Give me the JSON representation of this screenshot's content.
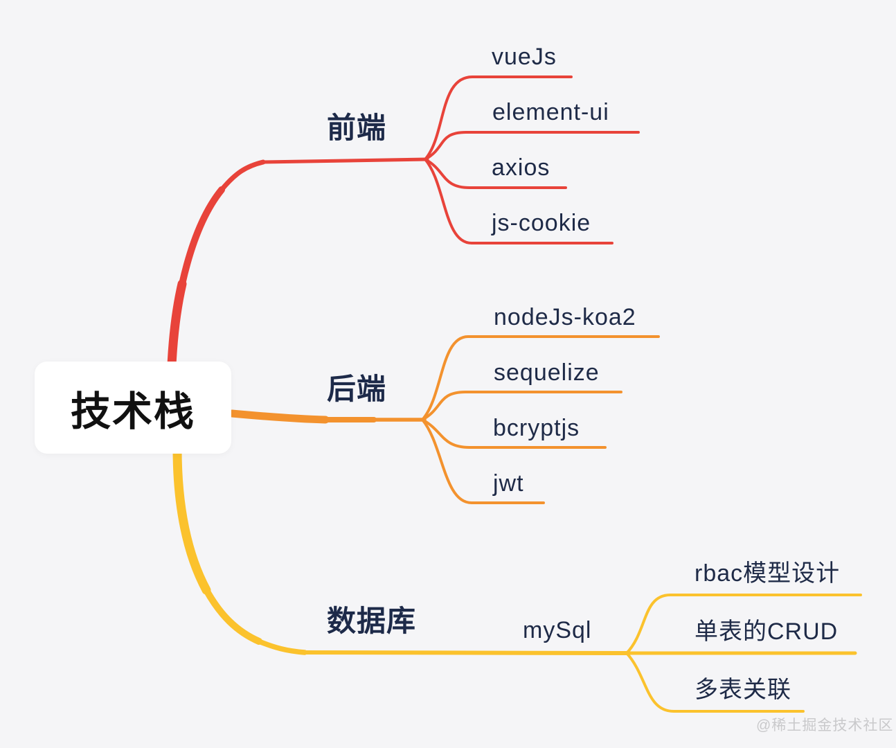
{
  "page": {
    "background": "#f5f5f7",
    "watermark": "@稀土掘金技术社区"
  },
  "root": {
    "label": "技术栈",
    "box_color": "#ffffff",
    "text_color": "#111111"
  },
  "branches": [
    {
      "label": "前端",
      "color": "#e8433a",
      "children": [
        {
          "label": "vueJs"
        },
        {
          "label": "element-ui"
        },
        {
          "label": "axios"
        },
        {
          "label": "js-cookie"
        }
      ]
    },
    {
      "label": "后端",
      "color": "#f3922e",
      "children": [
        {
          "label": "nodeJs-koa2"
        },
        {
          "label": "sequelize"
        },
        {
          "label": "bcryptjs"
        },
        {
          "label": "jwt"
        }
      ]
    },
    {
      "label": "数据库",
      "color": "#fbc22d",
      "children": [
        {
          "label": "mySql",
          "children": [
            {
              "label": "rbac模型设计"
            },
            {
              "label": "单表的CRUD"
            },
            {
              "label": "多表关联"
            }
          ]
        }
      ]
    }
  ]
}
